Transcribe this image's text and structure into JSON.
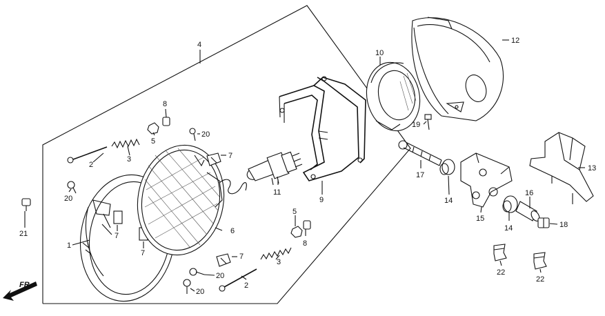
{
  "direction_label": "FR.",
  "callouts": [
    {
      "id": "c1",
      "label": "1"
    },
    {
      "id": "c2a",
      "label": "2"
    },
    {
      "id": "c2b",
      "label": "2"
    },
    {
      "id": "c3a",
      "label": "3"
    },
    {
      "id": "c3b",
      "label": "3"
    },
    {
      "id": "c4",
      "label": "4"
    },
    {
      "id": "c5a",
      "label": "5"
    },
    {
      "id": "c5b",
      "label": "5"
    },
    {
      "id": "c6",
      "label": "6"
    },
    {
      "id": "c7a",
      "label": "7"
    },
    {
      "id": "c7b",
      "label": "7"
    },
    {
      "id": "c7c",
      "label": "7"
    },
    {
      "id": "c7d",
      "label": "7"
    },
    {
      "id": "c8a",
      "label": "8"
    },
    {
      "id": "c8b",
      "label": "8"
    },
    {
      "id": "c9",
      "label": "9"
    },
    {
      "id": "c10",
      "label": "10"
    },
    {
      "id": "c11",
      "label": "11"
    },
    {
      "id": "c12",
      "label": "12"
    },
    {
      "id": "c13",
      "label": "13"
    },
    {
      "id": "c14a",
      "label": "14"
    },
    {
      "id": "c14b",
      "label": "14"
    },
    {
      "id": "c15",
      "label": "15"
    },
    {
      "id": "c16",
      "label": "16"
    },
    {
      "id": "c17",
      "label": "17"
    },
    {
      "id": "c18",
      "label": "18"
    },
    {
      "id": "c19",
      "label": "19"
    },
    {
      "id": "c20a",
      "label": "20"
    },
    {
      "id": "c20b",
      "label": "20"
    },
    {
      "id": "c20c",
      "label": "20"
    },
    {
      "id": "c20d",
      "label": "20"
    },
    {
      "id": "c21",
      "label": "21"
    },
    {
      "id": "c22a",
      "label": "22"
    },
    {
      "id": "c22b",
      "label": "22"
    }
  ]
}
